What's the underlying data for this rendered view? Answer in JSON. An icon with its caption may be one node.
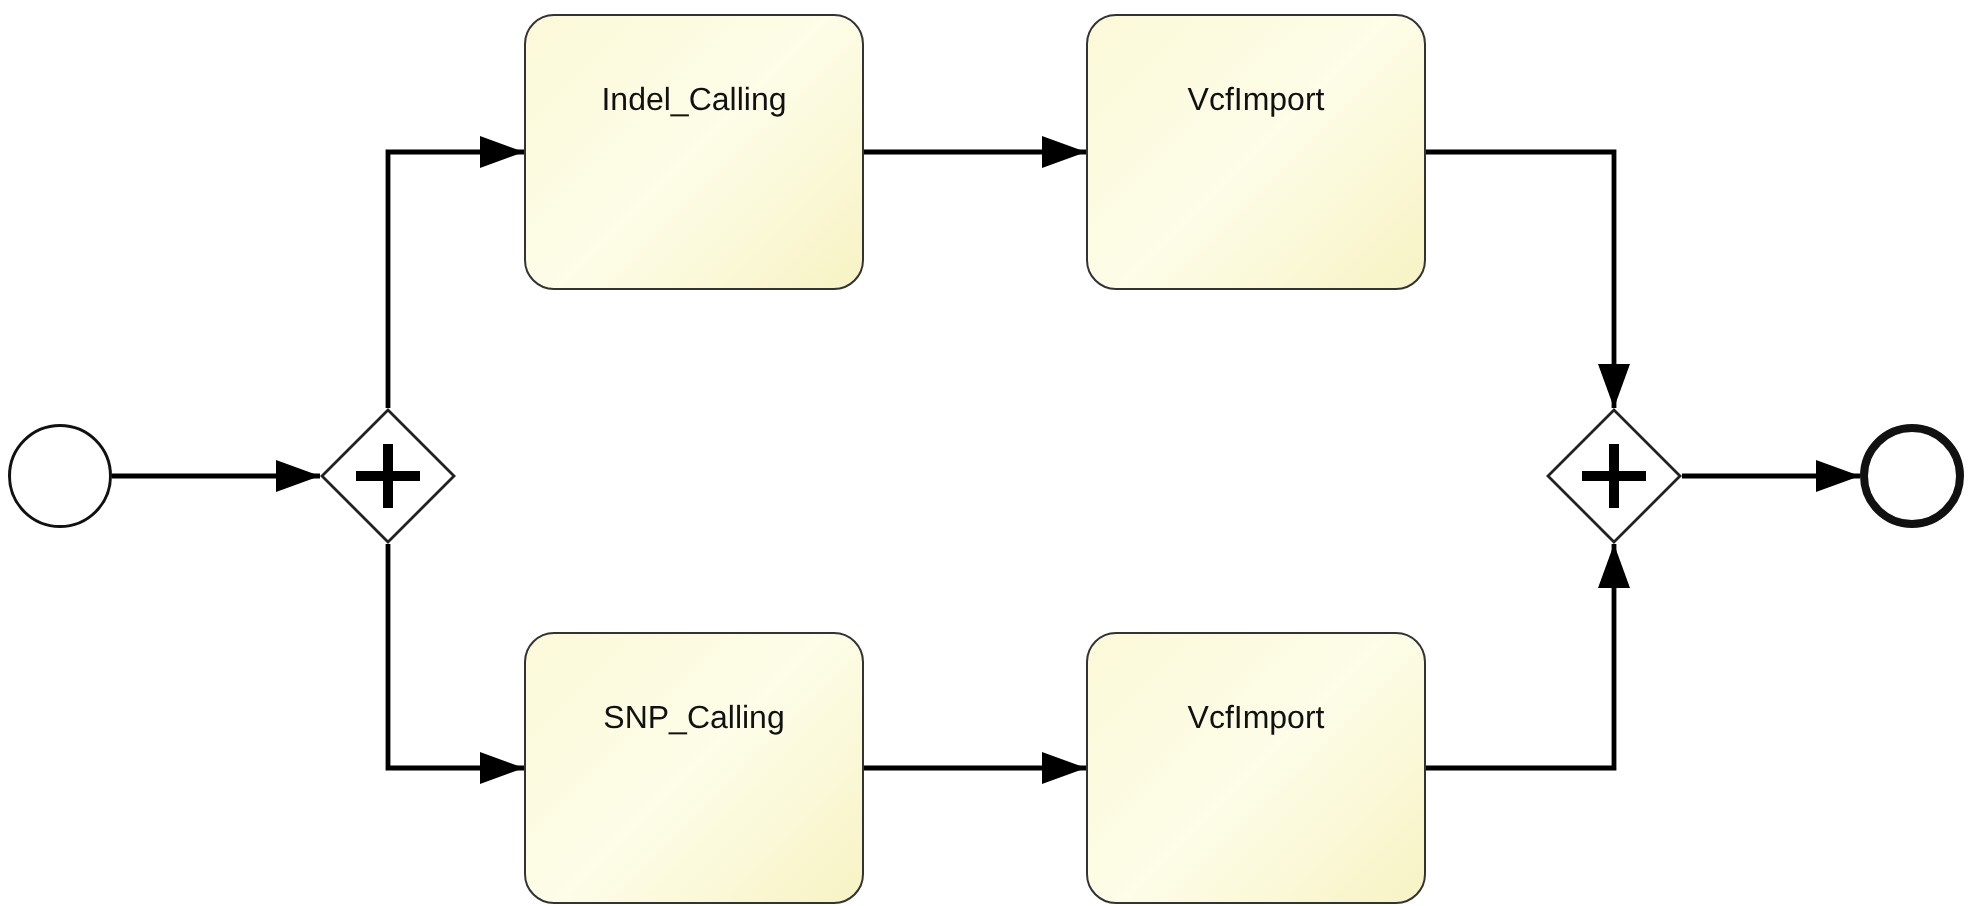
{
  "diagram": {
    "nodes": [
      {
        "text": [],
        "shape": "circle"
      },
      {
        "text": [],
        "shape": "diamond"
      },
      {
        "text": [
          "Indel_Calling"
        ]
      },
      {
        "text": [
          "VcfImport"
        ]
      },
      {
        "text": [
          "SNP_Calling"
        ]
      },
      {
        "text": [
          "VcfImport"
        ]
      },
      {
        "text": [],
        "shape": "diamond"
      },
      {
        "text": [],
        "shape": "circle"
      }
    ],
    "edges": [
      {
        "from": 0,
        "to": 1,
        "arrow": "to"
      },
      {
        "from": 1,
        "to": 2,
        "arrow": "to"
      },
      {
        "from": 1,
        "to": 4,
        "arrow": "to"
      },
      {
        "from": 2,
        "to": 3,
        "arrow": "to"
      },
      {
        "from": 4,
        "to": 5,
        "arrow": "to"
      },
      {
        "from": 3,
        "to": 6,
        "arrow": "to"
      },
      {
        "from": 5,
        "to": 6,
        "arrow": "to"
      },
      {
        "from": 6,
        "to": 7,
        "arrow": "to"
      }
    ]
  }
}
